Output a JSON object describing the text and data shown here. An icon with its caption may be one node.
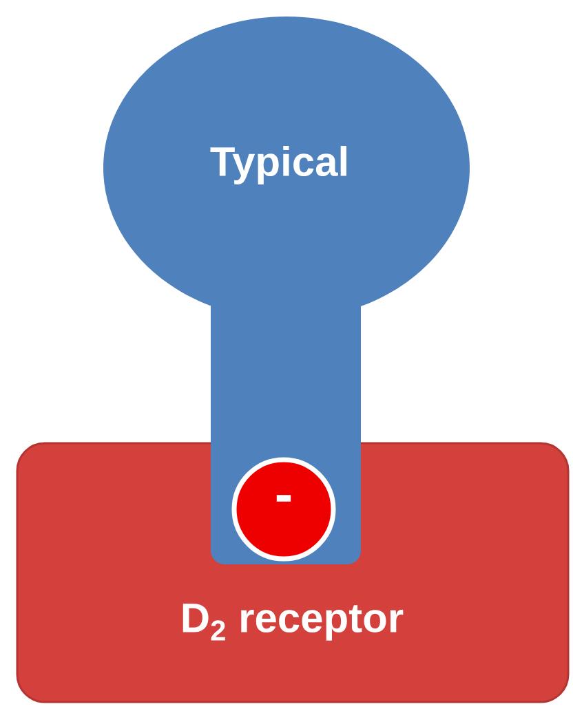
{
  "diagram": {
    "nodes": [
      {
        "text": [
          "D$_{2}$ receptor"
        ]
      },
      {
        "text": [
          "Typical"
        ]
      },
      {
        "text": [
          "-"
        ],
        "in": 0
      }
    ]
  }
}
